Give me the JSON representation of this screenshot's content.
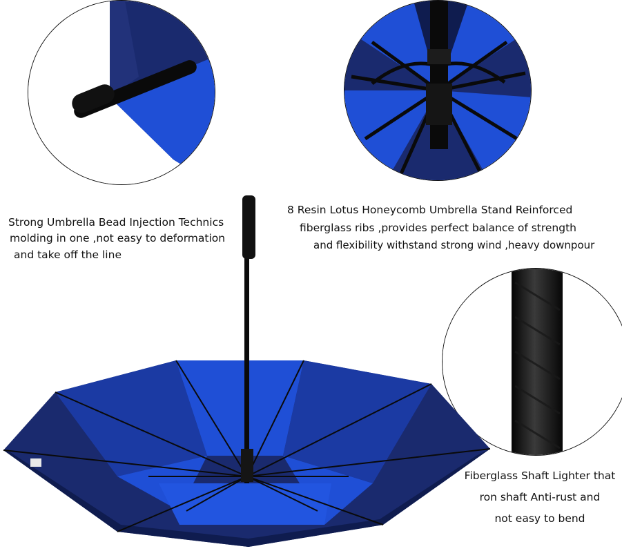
{
  "callouts": {
    "bead": {
      "line1": "Strong Umbrella Bead Injection Technics",
      "line2": "molding in one ,not easy to deformation",
      "line3": "and take off the line"
    },
    "ribs": {
      "line1": "8 Resin Lotus Honeycomb Umbrella Stand Reinforced",
      "line2": "fiberglass ribs ,provides perfect balance of strength",
      "line3": "and flexibility withstand strong wind ,heavy downpour"
    },
    "shaft": {
      "line1": "Fiberglass Shaft Lighter that",
      "line2": "ron shaft Anti-rust and",
      "line3": "not easy to bend"
    }
  },
  "colors": {
    "canopy_bright": "#1f4fd6",
    "canopy_dark": "#1a2a6e",
    "canopy_navy": "#0f1c4f",
    "frame": "#0a0a0a"
  },
  "icons": {
    "tip_detail": "umbrella-tip-detail",
    "frame_detail": "umbrella-frame-detail",
    "shaft_detail": "fiberglass-shaft-detail",
    "main": "open-umbrella-underside"
  }
}
